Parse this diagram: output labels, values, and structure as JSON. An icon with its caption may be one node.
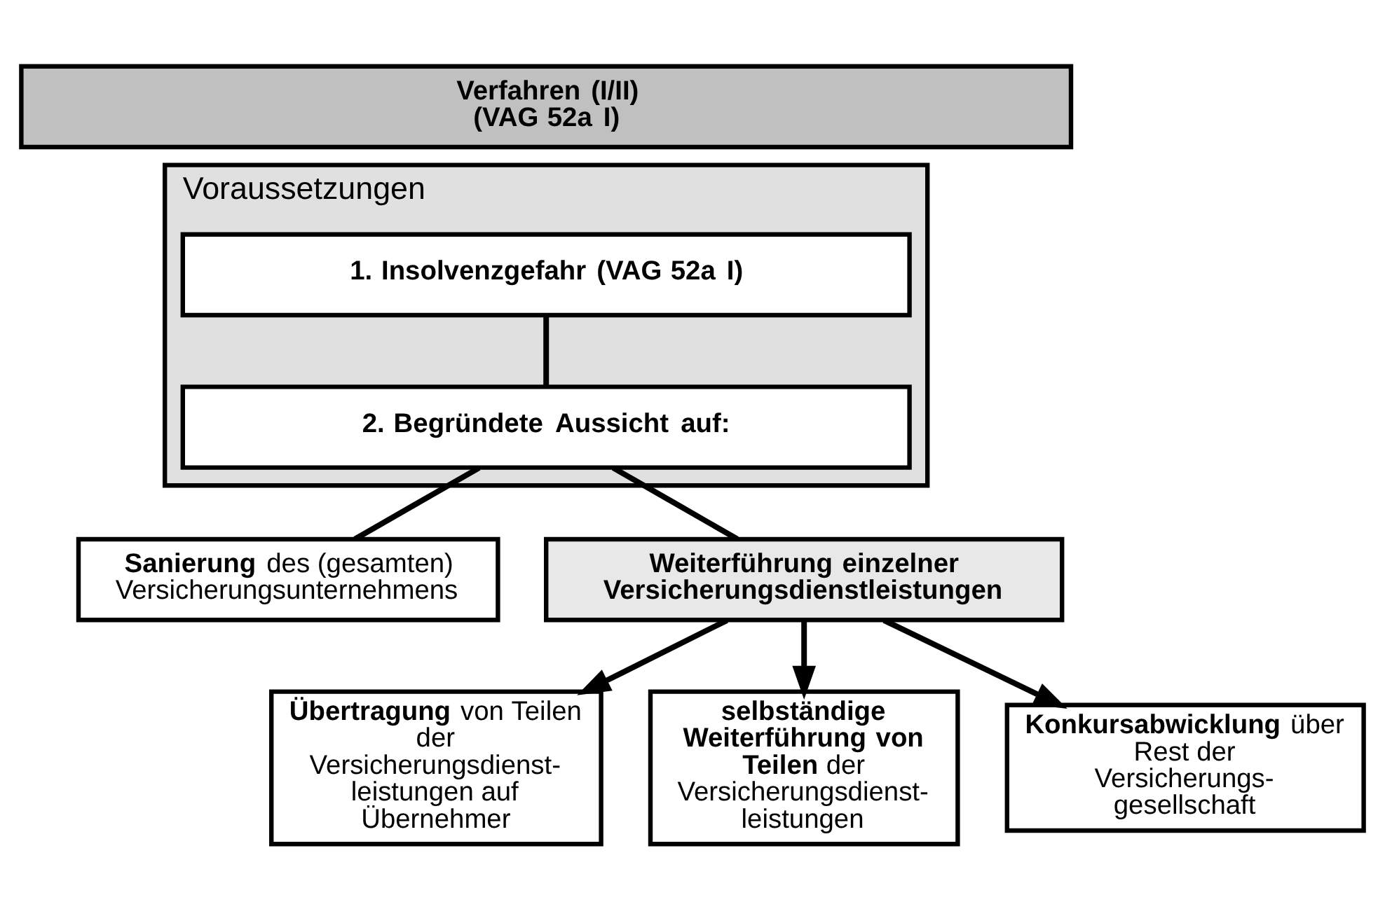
{
  "diagram": {
    "nodes": [
      {
        "text": [
          "Verfahren (I/II) (VAG 52a I)"
        ]
      },
      {
        "text": [
          "Voraussetzungen"
        ]
      },
      {
        "text": [
          "1. Insolvenzgefahr (VAG 52a I)"
        ],
        "in": 1
      },
      {
        "text": [
          "2. Begründete Aussicht auf:"
        ],
        "in": 1
      },
      {
        "text": [
          "**Sanierung** des (gesamten) Versicherungsunternehmens"
        ]
      },
      {
        "text": [
          "Weiterführung einzelner Versicherungsdienstleistungen"
        ]
      },
      {
        "text": [
          "**Übertragung** von Teilen der Versicherungsdienst- leistungen auf Übernehmer"
        ]
      },
      {
        "text": [
          "**selbständige Weiterführung von Teilen** der Versicherungsdienst- leistungen"
        ]
      },
      {
        "text": [
          "**Konkursabwicklung** über Rest der Versicherungs- gesellschaft"
        ]
      }
    ],
    "edges": [
      {
        "from": 2,
        "to": 3,
        "arrow": "none"
      },
      {
        "from": 3,
        "to": 4,
        "arrow": "none"
      },
      {
        "from": 3,
        "to": 5,
        "arrow": "none"
      },
      {
        "from": 5,
        "to": 6,
        "arrow": "to"
      },
      {
        "from": 5,
        "to": 7,
        "arrow": "to"
      },
      {
        "from": 5,
        "to": 8,
        "arrow": "to"
      }
    ]
  }
}
